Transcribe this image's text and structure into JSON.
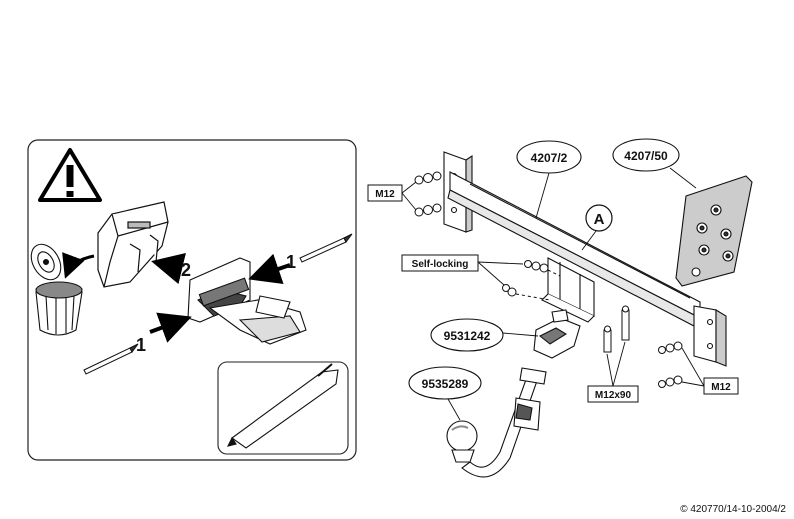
{
  "steps": [
    "1",
    "2",
    "1"
  ],
  "parts": {
    "beam": "4207/2",
    "plate": "4207/50",
    "bracket": "9531242",
    "ballneck": "9535289",
    "detail": "A"
  },
  "hardware": {
    "bolts_left": "M12",
    "bolts_right": "M12",
    "self_locking": "Self-locking",
    "long_bolts": "M12x90"
  },
  "footer": "© 420770/14-10-2004/2"
}
